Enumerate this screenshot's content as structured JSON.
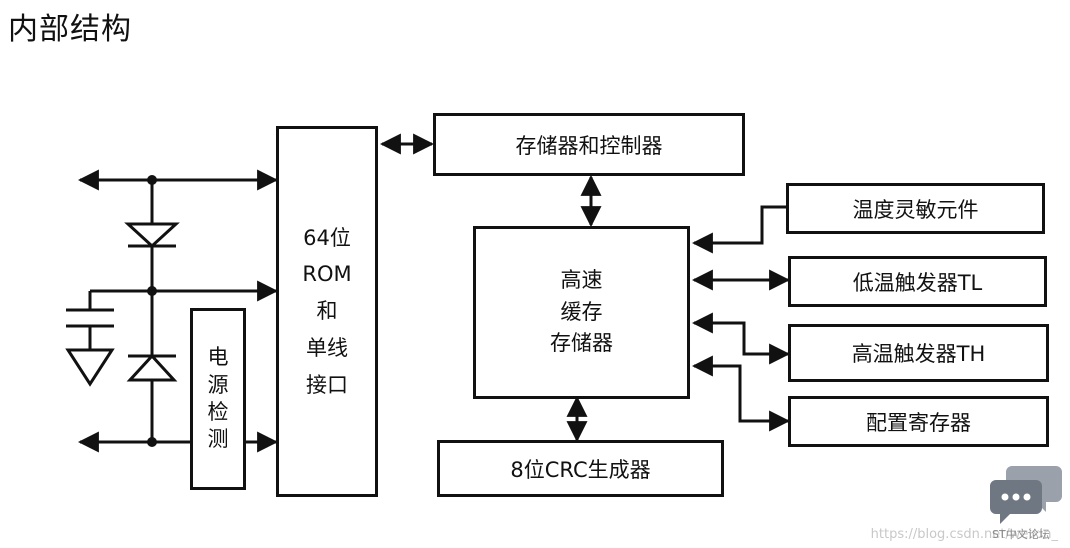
{
  "title": "内部结构",
  "blocks": {
    "rom": [
      "64位",
      "ROM",
      "和",
      "单线",
      "接口"
    ],
    "power": [
      "电",
      "源",
      "检",
      "测"
    ],
    "memory_ctrl": "存储器和控制器",
    "cache": [
      "高速",
      "缓存",
      "存储器"
    ],
    "crc": "8位CRC生成器",
    "temp_sensor": "温度灵敏元件",
    "tl": "低温触发器TL",
    "th": "高温触发器TH",
    "config": "配置寄存器"
  },
  "watermark": {
    "url": "https://blog.csdn.net/weixin_",
    "brand": "ST中文论坛"
  }
}
